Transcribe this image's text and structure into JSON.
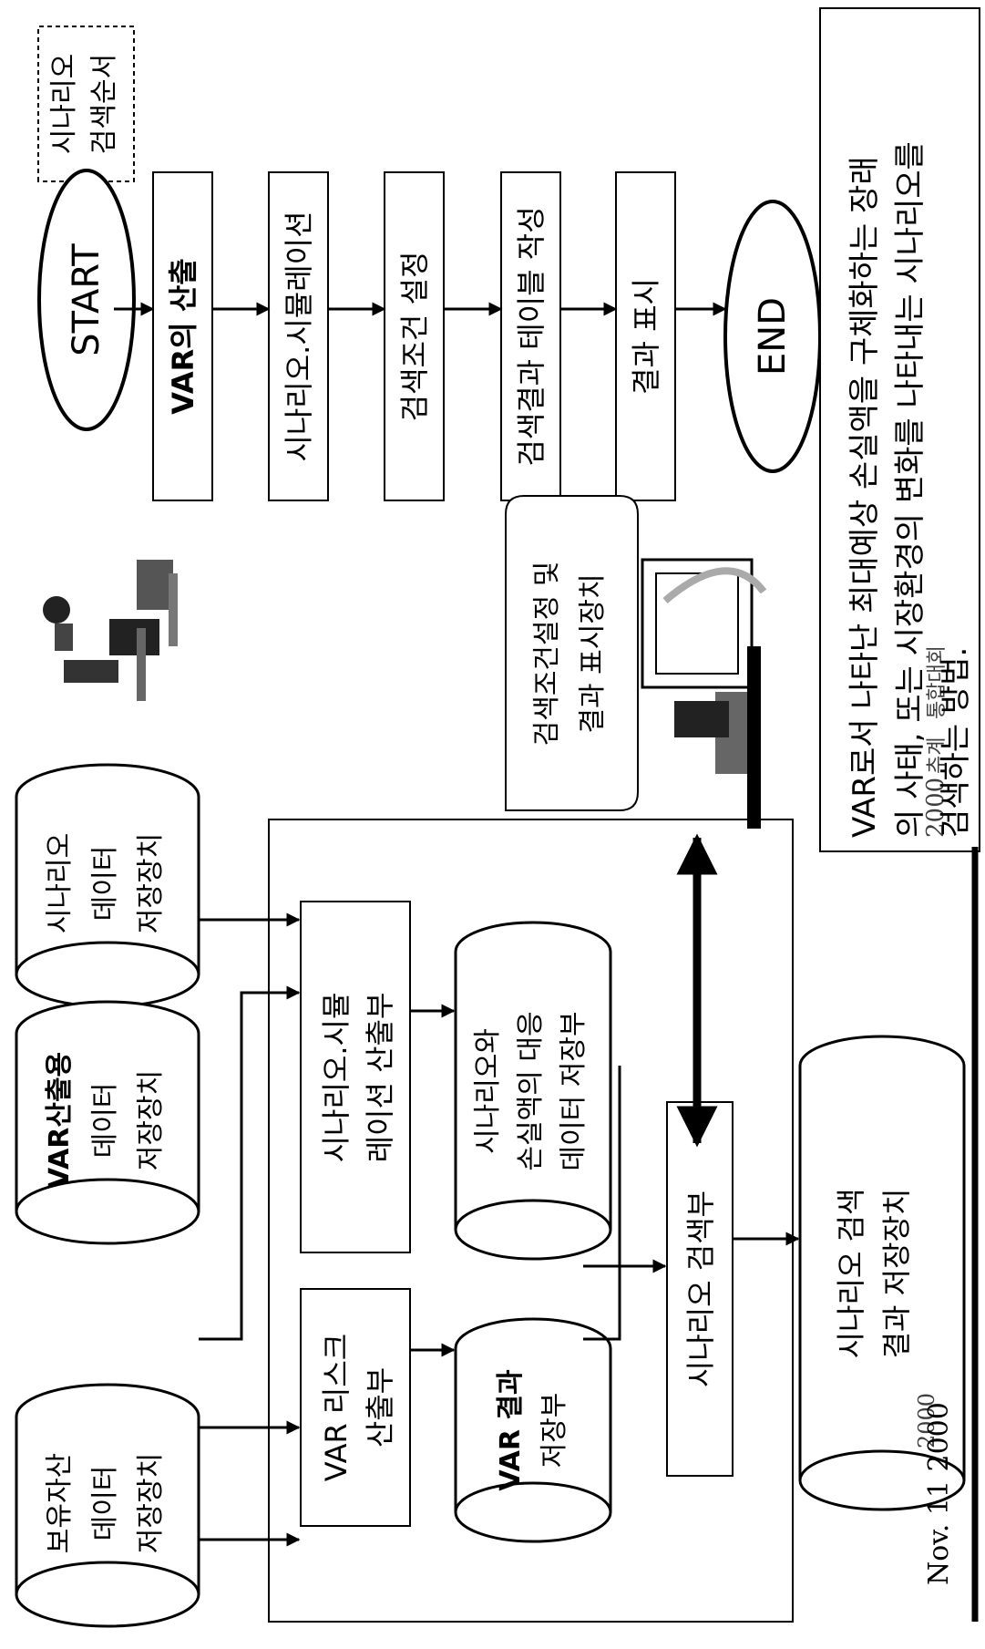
{
  "flow_title": [
    "시나리오",
    "검색순서"
  ],
  "flow": {
    "start": "START",
    "steps": [
      "VAR의 산출",
      "시나리오.시뮬레이션",
      "검색조건 설정",
      "검색결과 테이블 작성",
      "결과 표시"
    ],
    "end": "END"
  },
  "storage": {
    "scenario_data": [
      "시나리오",
      "데이터",
      "저장장치"
    ],
    "var_data": [
      "VAR산출용",
      "데이터",
      "저장장치"
    ],
    "asset_data": [
      "보유자산",
      "데이터",
      "저장장치"
    ]
  },
  "units": {
    "sim_calc": [
      "시나리오.시뮬",
      "레이션 산출부"
    ],
    "var_calc": [
      "VAR 리스크",
      "산출부"
    ],
    "loss_store": [
      "시나리오와",
      "손실액의 대응",
      "데이터 저장부"
    ],
    "var_store": [
      "VAR 결과",
      "저장부"
    ],
    "search_unit": "시나리오 검색부",
    "result_store": [
      "시나리오 검색",
      "결과 저장장치"
    ],
    "display_device": [
      "검색조건설정 및",
      "결과 표시장치"
    ]
  },
  "description": {
    "lines": [
      "VAR로서 나타난 최대예상 손실액을 구체화하는 장래",
      "의 사태, 또는 시장환경의 변화를 나타내는 시나리오를",
      "검색하는 방법."
    ]
  },
  "footer": {
    "date": "Nov. 11 2000",
    "stamp": [
      "2000",
      "2000",
      "추계",
      "통합대회"
    ]
  }
}
